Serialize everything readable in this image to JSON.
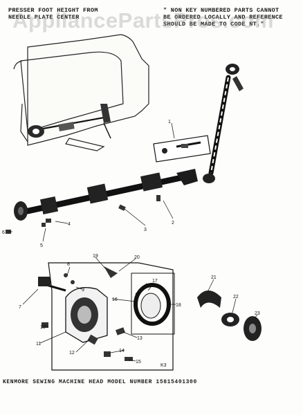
{
  "header": {
    "note_left": [
      "PRESSER FOOT HEIGHT FROM",
      "NEEDLE PLATE CENTER"
    ],
    "note_right": [
      "\" NON KEY NUMBERED PARTS CANNOT",
      "BE ORDERED LOCALLY AND REFERENCE",
      "SHOULD BE MADE TO CODE NT.\""
    ]
  },
  "watermark": "AppliancePartsPros.com",
  "footer": "KENMORE SEWING MACHINE HEAD MODEL NUMBER 15815401300",
  "detail_tag": "K3",
  "callouts": [
    "1",
    "2",
    "3",
    "4",
    "5",
    "6",
    "7",
    "8",
    "9",
    "10",
    "11",
    "12",
    "13",
    "14",
    "15",
    "16",
    "17",
    "18",
    "19",
    "20",
    "21",
    "22",
    "23"
  ]
}
